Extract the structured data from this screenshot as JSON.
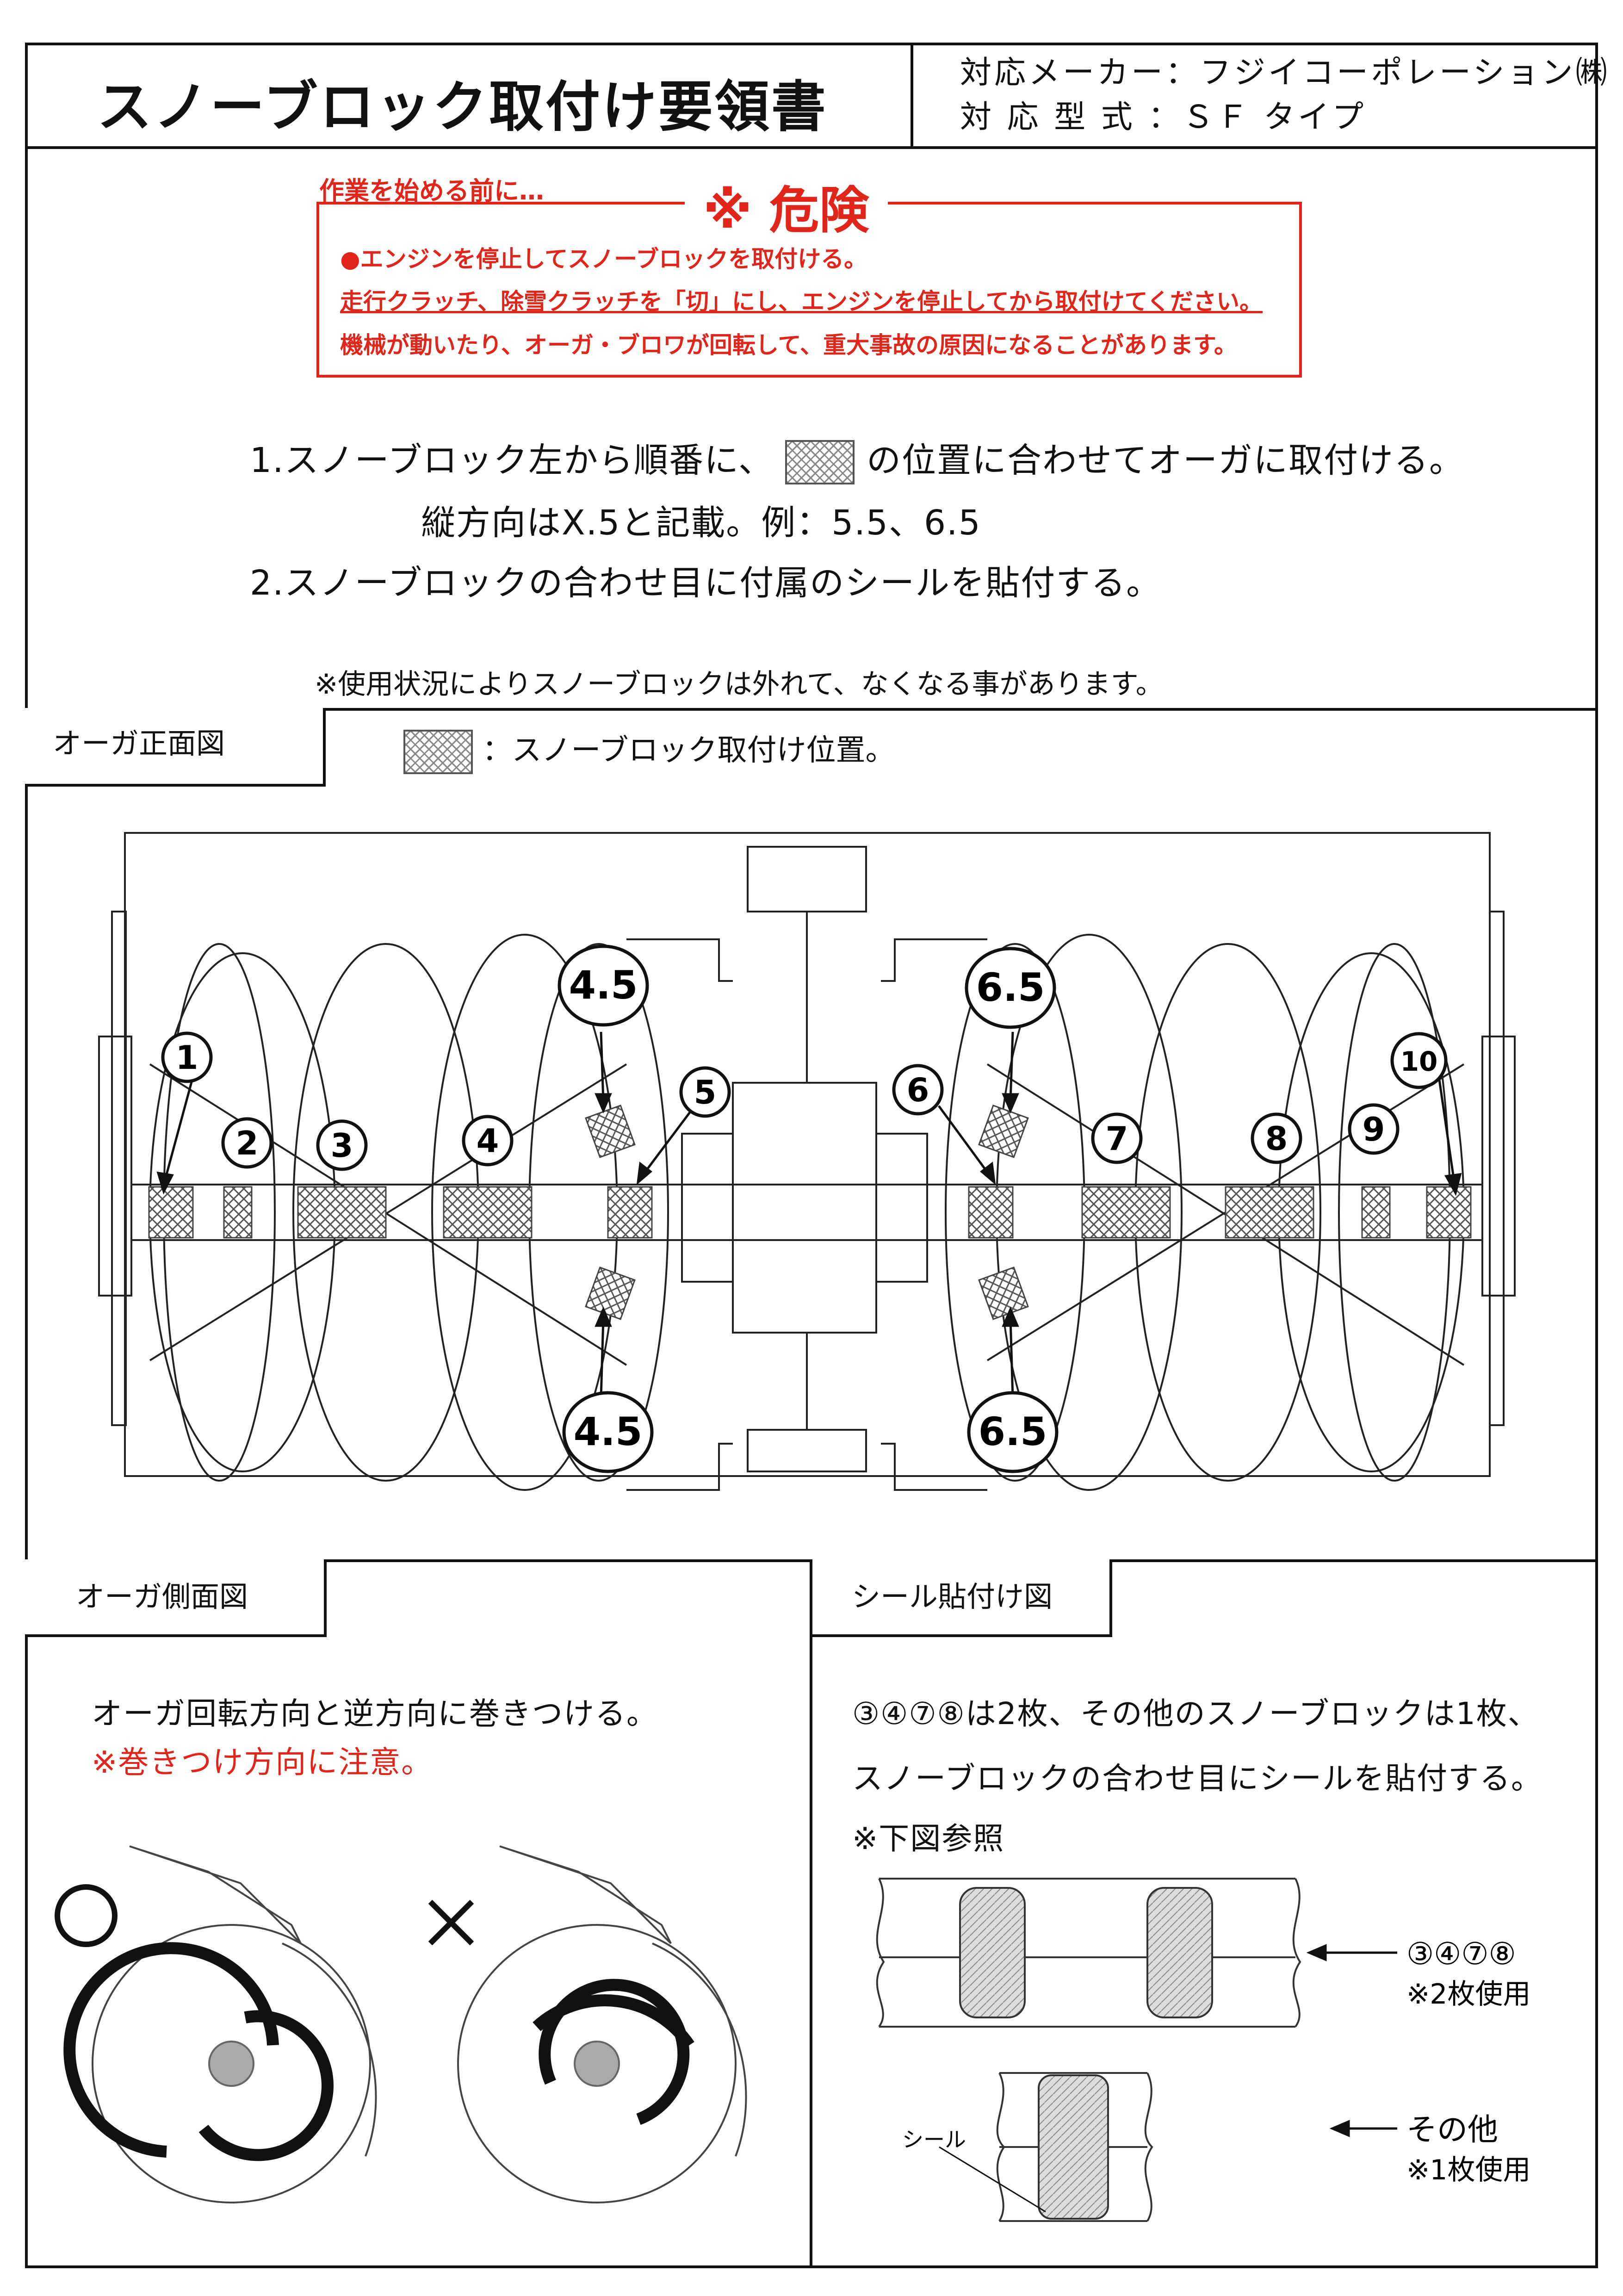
{
  "header": {
    "title": "スノーブロック取付け要領書",
    "maker_line": "対応メーカー：フジイコーポレーション㈱",
    "model_line": "対 応 型 式 ：ＳＦ タイプ"
  },
  "warning": {
    "pre_label": "作業を始める前に…",
    "heading": "※ 危険",
    "line1": "●エンジンを停止してスノーブロックを取付ける。",
    "line2": "走行クラッチ、除雪クラッチを「切」にし、エンジンを停止してから取付けてください。",
    "line3": "機械が動いたり、オーガ・ブロワが回転して、重大事故の原因になることがあります。"
  },
  "instructions": {
    "step1_a": "1.スノーブロック左から順番に、",
    "step1_b": "の位置に合わせてオーガに取付ける。",
    "step1_sub": "縦方向はX.5と記載。例：5.5、6.5",
    "step2": "2.スノーブロックの合わせ目に付属のシールを貼付する。",
    "note": "※使用状況によりスノーブロックは外れて、なくなる事があります。"
  },
  "front_view": {
    "tab_label": "オーガ正面図",
    "legend_text": "：スノーブロック取付け位置。",
    "numbers": [
      "①",
      "②",
      "③",
      "④",
      "⑤",
      "⑥",
      "⑦",
      "⑧",
      "⑨",
      "⑩"
    ],
    "callouts": [
      "4.5",
      "4.5",
      "6.5",
      "6.5"
    ],
    "num_labels": [
      "1",
      "2",
      "3",
      "4",
      "5",
      "6",
      "7",
      "8",
      "9",
      "10"
    ]
  },
  "side_view": {
    "tab_label": "オーガ側面図",
    "line1": "オーガ回転方向と逆方向に巻きつける。",
    "line2": "※巻きつけ方向に注意。",
    "ok_mark": "○",
    "ng_mark": "×"
  },
  "seal_view": {
    "tab_label": "シール貼付け図",
    "line1": "③④⑦⑧は2枚、その他のスノーブロックは1枚、",
    "line2": "スノーブロックの合わせ目にシールを貼付する。",
    "line3": "※下図参照",
    "label_a": "③④⑦⑧",
    "label_a_note": "※2枚使用",
    "label_b": "その他",
    "label_b_note": "※1枚使用",
    "seal_label": "シール"
  },
  "colors": {
    "accent_red": "#e0261b",
    "ink": "#111111"
  }
}
